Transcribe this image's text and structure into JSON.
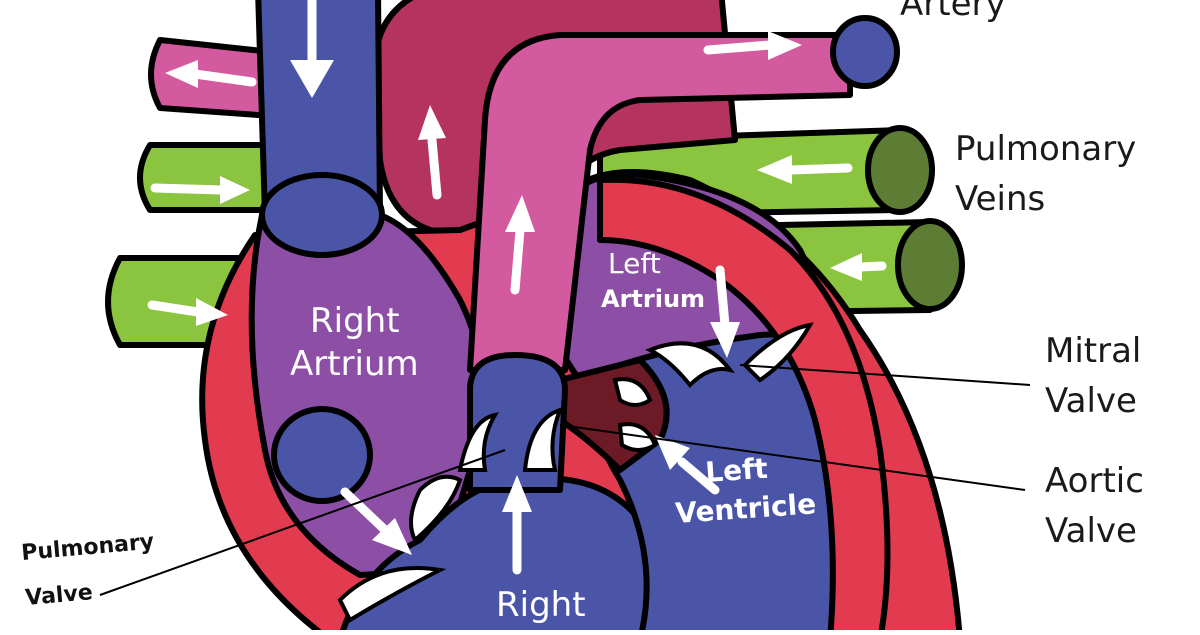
{
  "labels": {
    "artery": "Artery",
    "pulmonary_veins_line1": "Pulmonary",
    "pulmonary_veins_line2": "Veins",
    "left_atrium_line1": "Left",
    "left_atrium_line2": "Artrium",
    "right_atrium_line1": "Right",
    "right_atrium_line2": "Artrium",
    "mitral_valve_line1": "Mitral",
    "mitral_valve_line2": "Valve",
    "aortic_valve_line1": "Aortic",
    "aortic_valve_line2": "Valve",
    "left_ventricle_line1": "Left",
    "left_ventricle_line2": "Ventricle",
    "pulmonary_valve_line1": "Pulmonary",
    "pulmonary_valve_line2": "Valve",
    "right_ventricle_line1": "Right"
  },
  "colors": {
    "blue": "#4a55a8",
    "pink": "#d45a9f",
    "maroon": "#b4335f",
    "purple": "#8d4fa6",
    "red": "#e23a4e",
    "green": "#8bc43f",
    "dark_green": "#5e7d34",
    "dark_red": "#6b1a26"
  }
}
